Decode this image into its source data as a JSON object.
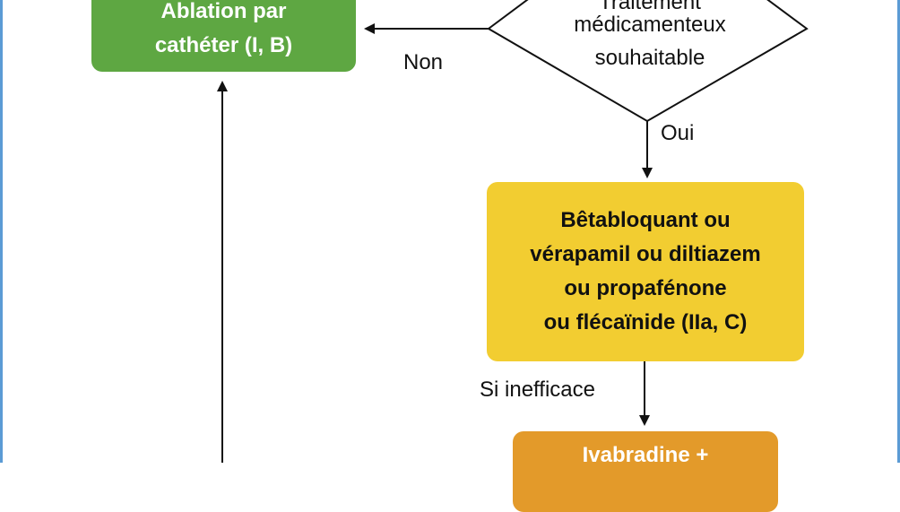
{
  "colors": {
    "green": "#5ea742",
    "yellow": "#f2cd31",
    "orange": "#e39a2a",
    "frame": "#5b9bd5"
  },
  "nodes": {
    "decision": {
      "lines": [
        "Traitement",
        "médicamenteux",
        "souhaitable"
      ]
    },
    "ablation": {
      "lines": [
        "Ablation par",
        "cathéter (I, B)"
      ]
    },
    "betabloquant": {
      "lines": [
        "Bêtabloquant ou",
        "vérapamil ou diltiazem",
        "ou propafénone",
        "ou flécaïnide (IIa, C)"
      ]
    },
    "ivabradine": {
      "lines": [
        "Ivabradine +"
      ]
    }
  },
  "edges": {
    "non": "Non",
    "oui": "Oui",
    "si_inefficace": "Si inefficace"
  }
}
